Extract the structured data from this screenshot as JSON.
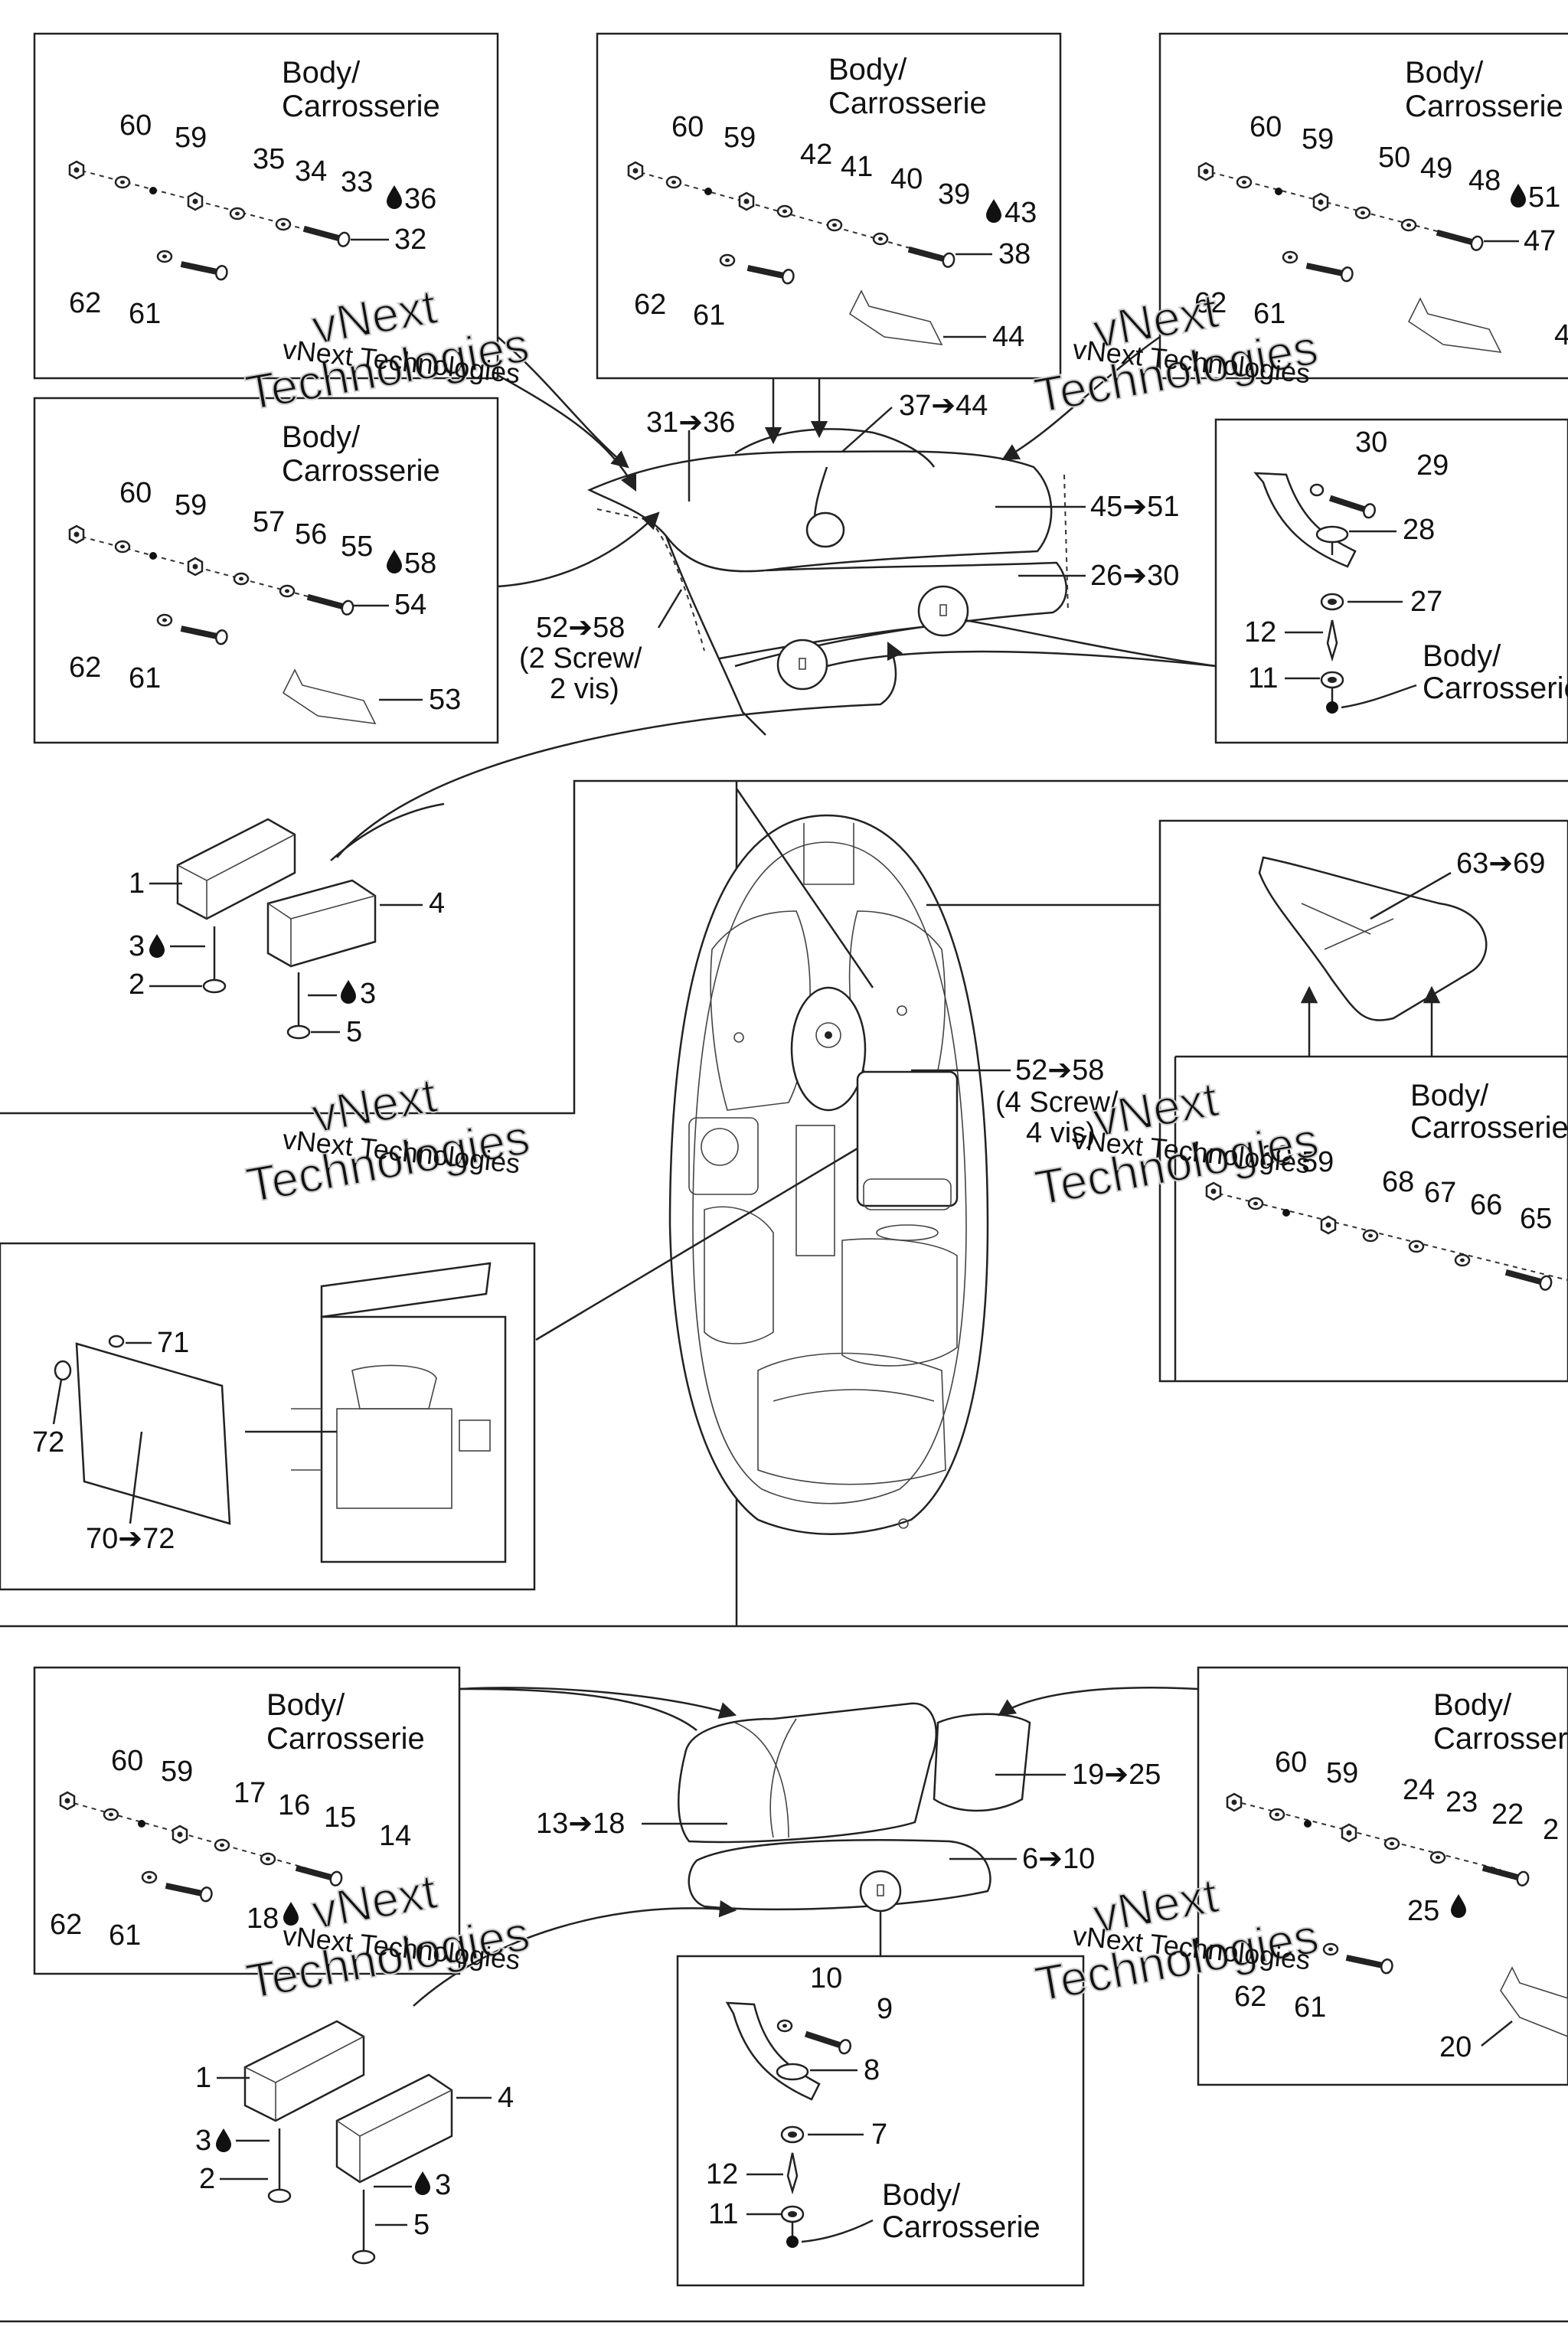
{
  "body_label_line1": "Body/",
  "body_label_line2": "Carrosserie",
  "watermark_line1": "vNext",
  "watermark_line2": "Technologies",
  "watermark_small": "vNext Technologies",
  "ranges": {
    "r31_36": "31➔36",
    "r37_44": "37➔44",
    "r45_51": "45➔51",
    "r26_30": "26➔30",
    "r52_58": "52➔58",
    "r63_69": "63➔69",
    "r70_72": "70➔72",
    "r13_18": "13➔18",
    "r19_25": "19➔25",
    "r6_10": "6➔10"
  },
  "notes": {
    "two_screw_1": "(2 Screw/",
    "two_screw_2": "2 vis)",
    "four_screw_1": "(4 Screw/",
    "four_screw_2": "4 vis)"
  },
  "adhesive_icon": "drop-icon",
  "colors": {
    "ink": "#111111",
    "watermark": "#cfcfcf",
    "background": "#ffffff"
  }
}
